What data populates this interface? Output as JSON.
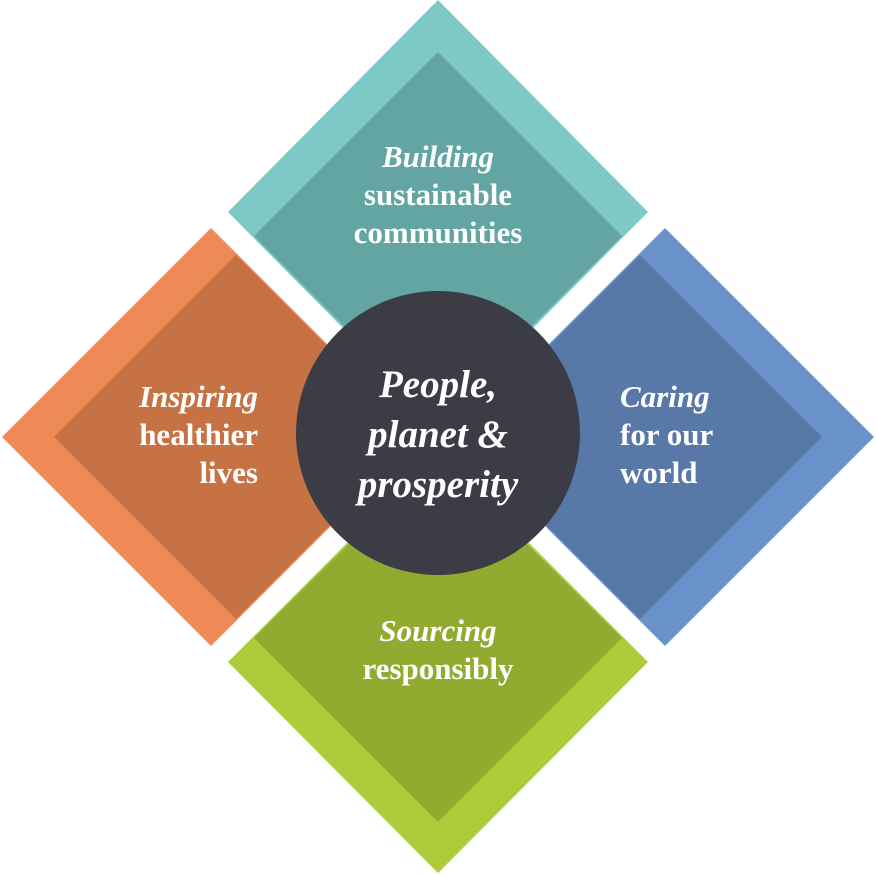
{
  "center": {
    "line1": "People,",
    "line2": "planet &",
    "line3": "prosperity"
  },
  "pillars": {
    "top": {
      "emphasis": "Building",
      "line2": "sustainable",
      "line3": "communities"
    },
    "left": {
      "emphasis": "Inspiring",
      "line2": "healthier",
      "line3": "lives"
    },
    "right": {
      "emphasis": "Caring",
      "line2": "for our",
      "line3": "world"
    },
    "bottom": {
      "emphasis": "Sourcing",
      "line2": "responsibly"
    }
  },
  "colors": {
    "top_outer": "#7ec8c5",
    "top_inner": "#62a5a3",
    "left_outer": "#ee8a55",
    "left_inner": "#c67244",
    "right_outer": "#6a93cb",
    "right_inner": "#5878a8",
    "bottom_outer": "#aecb3a",
    "bottom_inner": "#93aa31",
    "hub": "#3b3c45"
  }
}
